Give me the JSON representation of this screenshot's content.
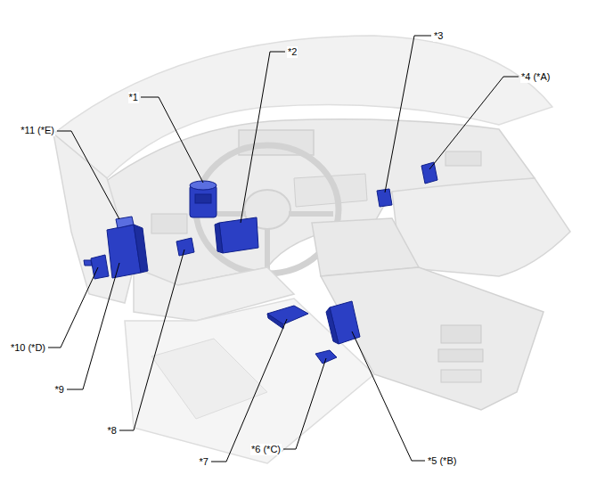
{
  "diagram": {
    "labels": [
      "*1",
      "*2",
      "*3",
      "*4 (*A)",
      "*5 (*B)",
      "*6 (*C)",
      "*7",
      "*8",
      "*9",
      "*10 (*D)",
      "*11 (*E)"
    ]
  }
}
